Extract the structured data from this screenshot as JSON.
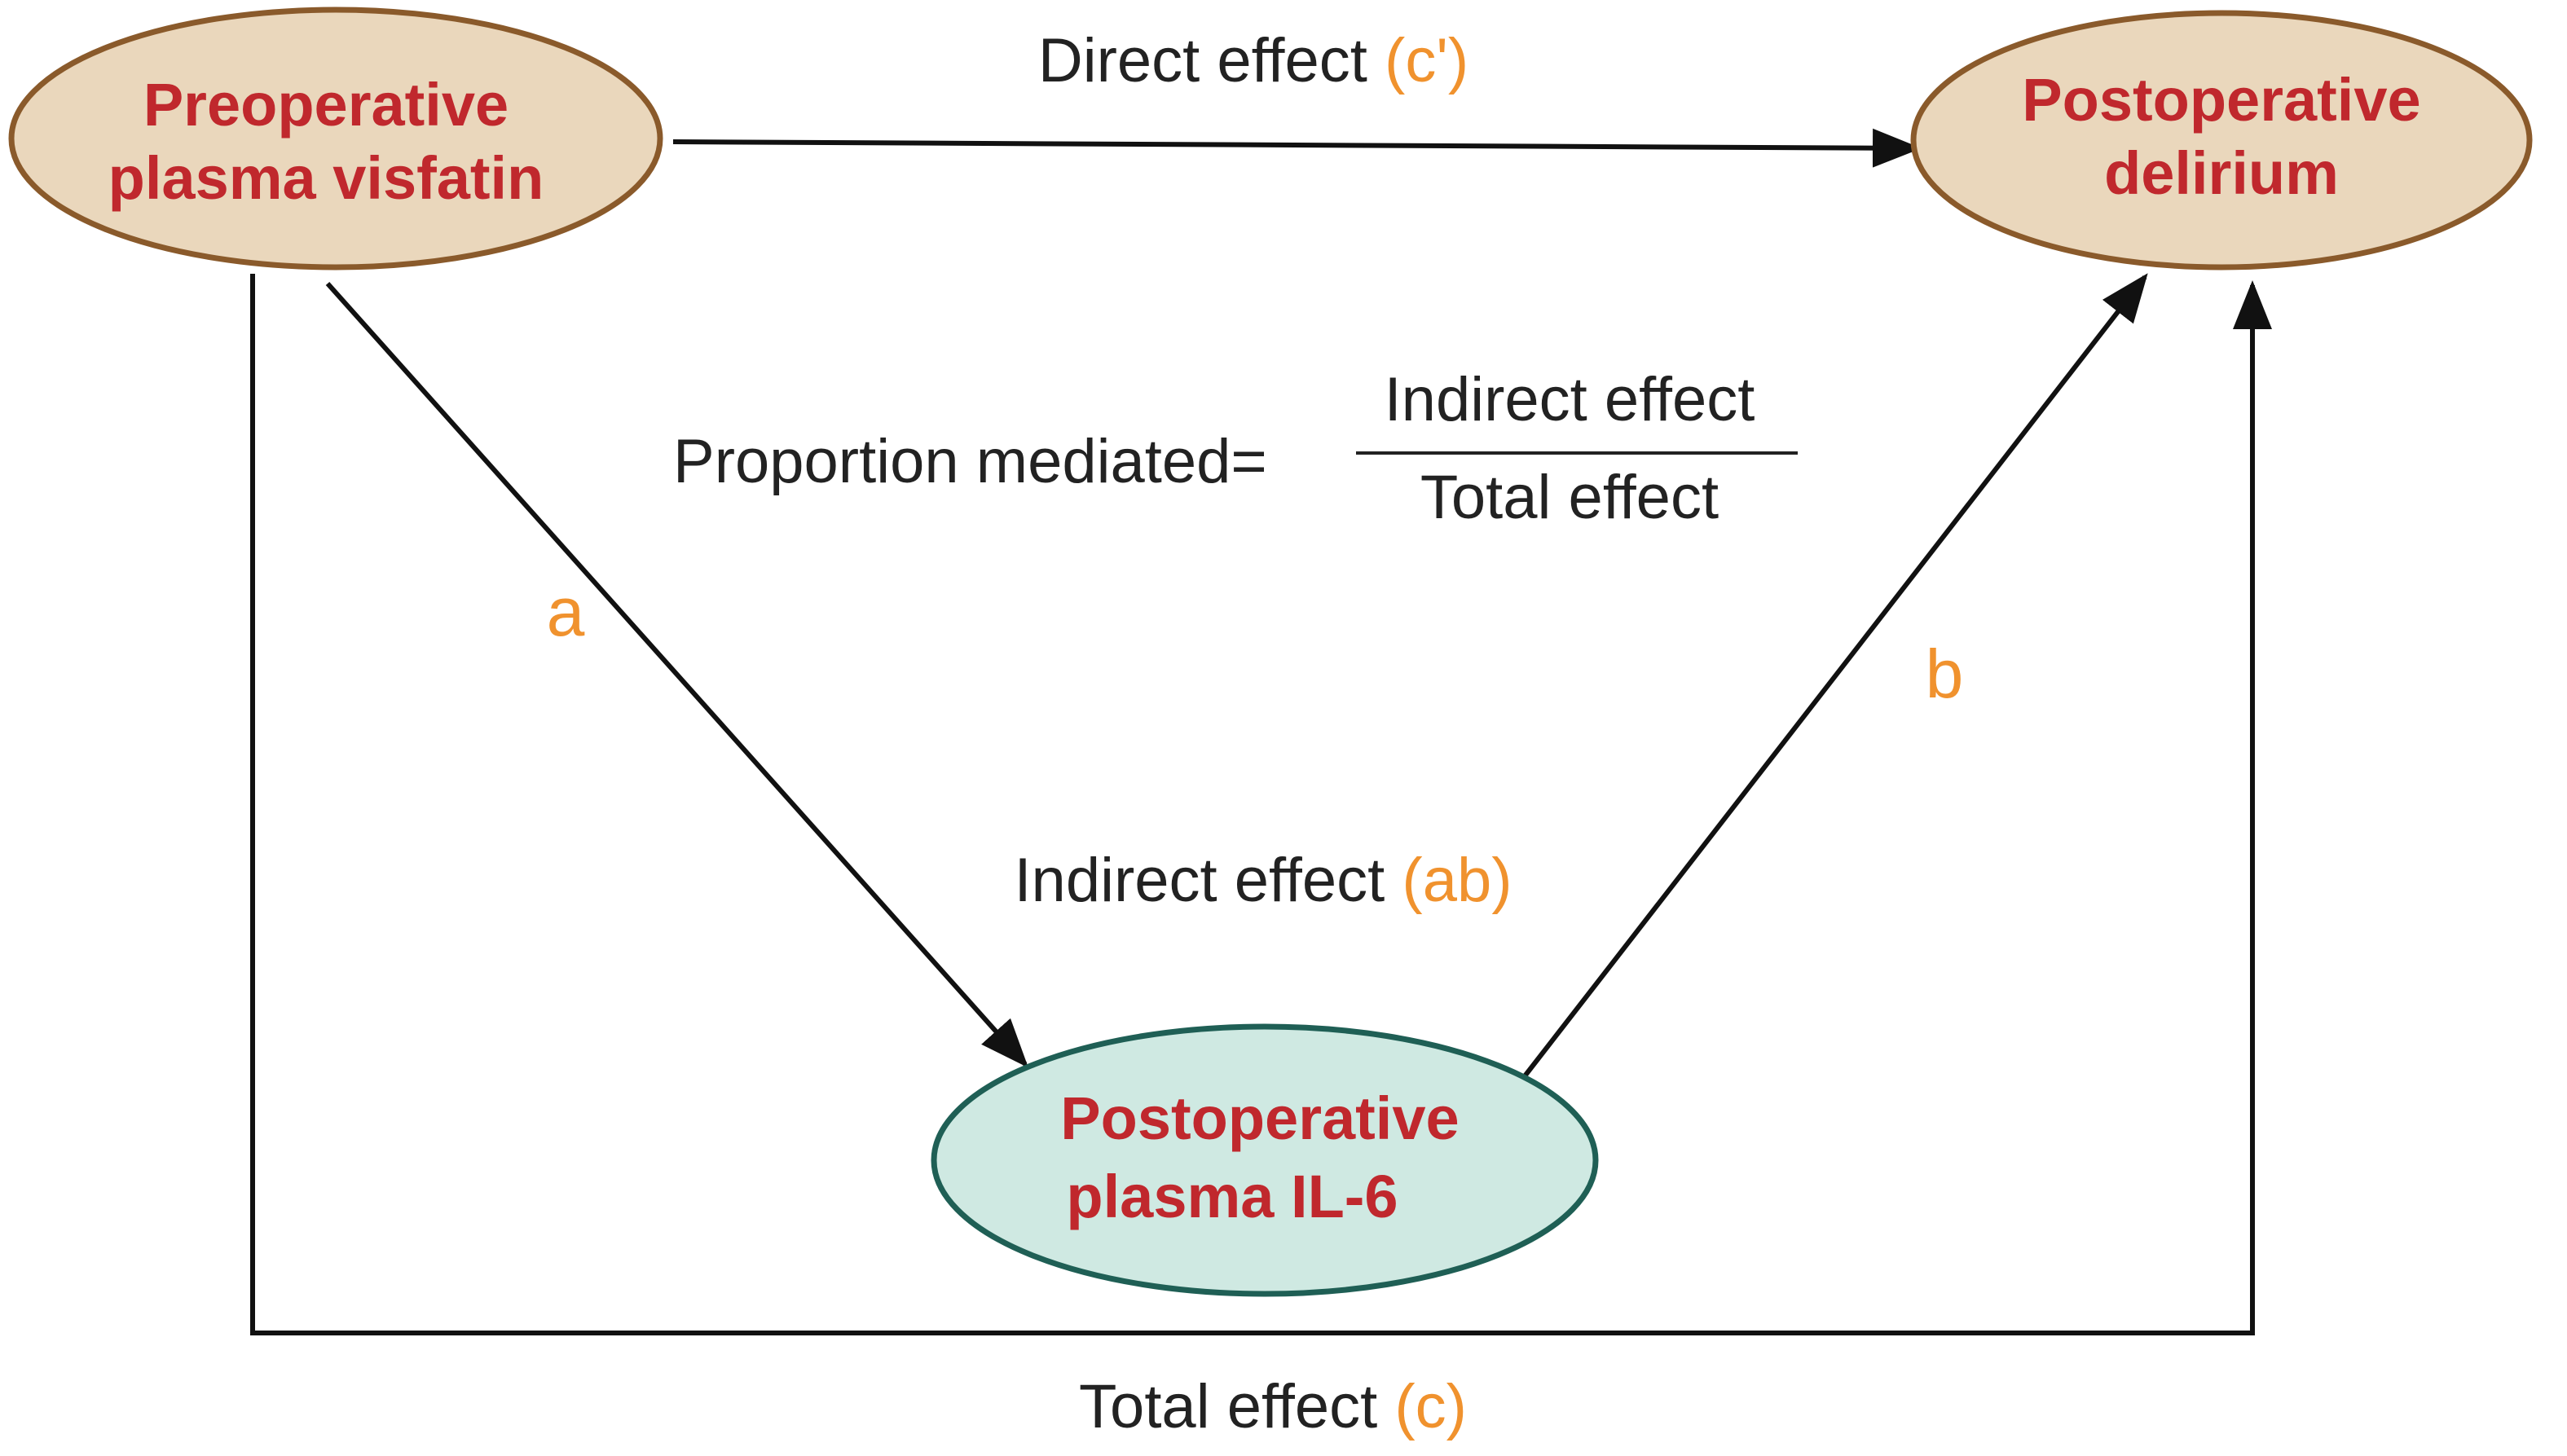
{
  "colors": {
    "node_text": "#c0282d",
    "label_text": "#222222",
    "accent": "#f0922e",
    "line": "#111111",
    "beige_fill": "#ead7bc",
    "beige_stroke": "#8a5a2b",
    "teal_fill": "#cfe9e2",
    "teal_stroke": "#1f5f55"
  },
  "nodes": {
    "exposure": {
      "line1": "Preoperative",
      "line2": "plasma visfatin"
    },
    "outcome": {
      "line1": "Postoperative",
      "line2": "delirium"
    },
    "mediator": {
      "line1": "Postoperative",
      "line2": "plasma IL-6"
    }
  },
  "edges": {
    "direct": {
      "text": "Direct effect ",
      "coef": "(c')"
    },
    "indirect": {
      "text": "Indirect effect ",
      "coef": "(ab)"
    },
    "total": {
      "text": "Total effect ",
      "coef": "(c)"
    },
    "path_a": "a",
    "path_b": "b"
  },
  "formula": {
    "lhs": "Proportion mediated=",
    "numerator": "Indirect effect",
    "denominator": "Total effect"
  }
}
